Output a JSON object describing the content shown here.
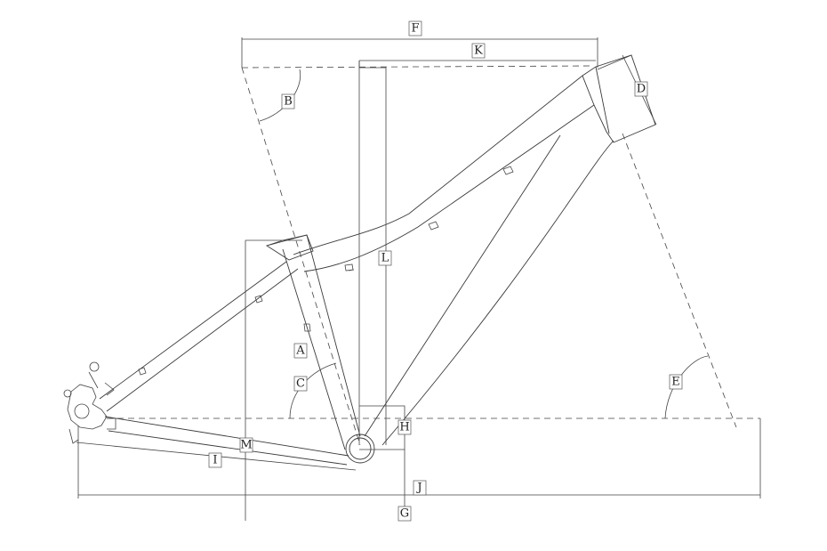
{
  "labels": {
    "A": "A",
    "B": "B",
    "C": "C",
    "D": "D",
    "E": "E",
    "F": "F",
    "G": "G",
    "H": "H",
    "I": "I",
    "J": "J",
    "K": "K",
    "L": "L",
    "M": "M"
  },
  "colors": {
    "line": "#3a3a3a",
    "background": "#ffffff"
  }
}
